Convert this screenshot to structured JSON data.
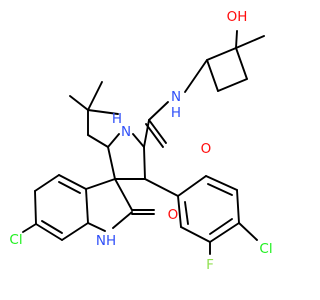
{
  "atoms": {
    "oh": "OH",
    "nh_amide": "N",
    "h_amide": "H",
    "o_amide": "O",
    "nh_pyrrolidine": "N",
    "h_pyrrolidine": "H",
    "o_lactam": "O",
    "nh_lactam": "NH",
    "cl_indole": "Cl",
    "f": "F",
    "cl_phenyl": "Cl"
  },
  "colors": {
    "bond": "#000000",
    "oxygen": "#ff0d0d",
    "nitrogen": "#3050f8",
    "chlorine": "#1ff01f",
    "fluorine": "#90e050"
  }
}
